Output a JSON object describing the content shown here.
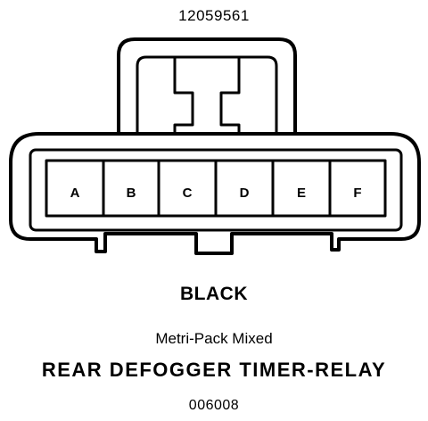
{
  "header": {
    "part_number": "12059561"
  },
  "connector": {
    "color": "BLACK",
    "series": "Metri-Pack Mixed",
    "cavities": [
      "A",
      "B",
      "C",
      "D",
      "E",
      "F"
    ]
  },
  "footer": {
    "component": "REAR DEFOGGER TIMER-RELAY",
    "diagram_id": "006008"
  }
}
